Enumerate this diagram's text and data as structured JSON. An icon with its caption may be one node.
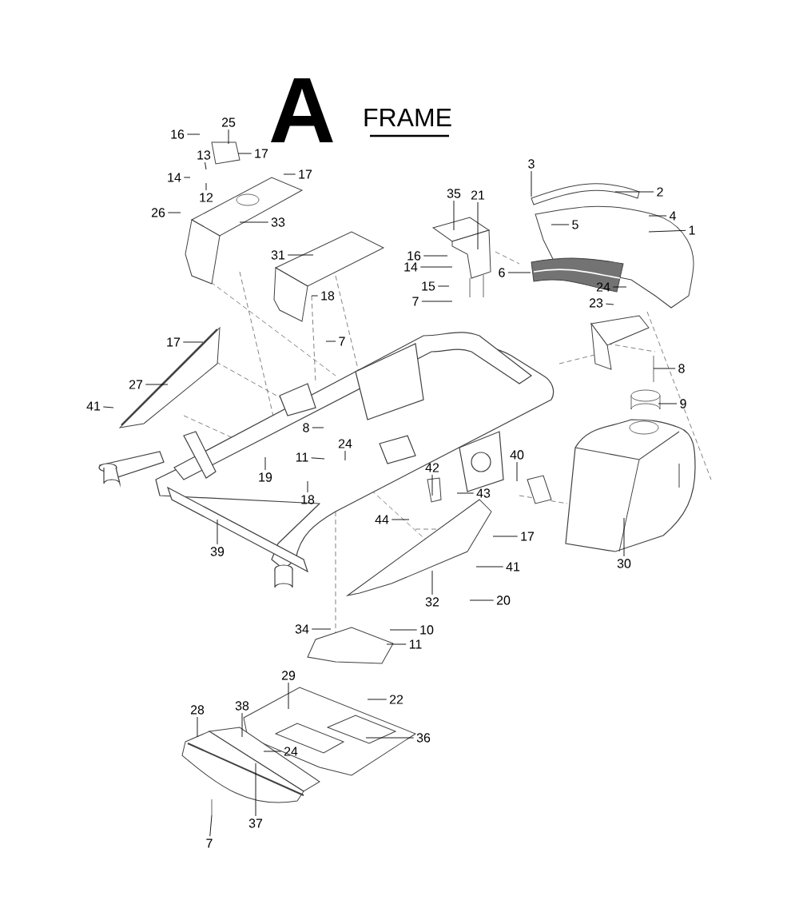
{
  "diagram": {
    "title": "FRAME",
    "labels": [
      "A"
    ],
    "nodes": [
      {
        "text": [
          "25"
        ]
      },
      {
        "text": [
          "16"
        ]
      },
      {
        "text": [
          "17"
        ]
      },
      {
        "text": [
          "13"
        ]
      },
      {
        "text": [
          "14"
        ]
      },
      {
        "text": [
          "12"
        ]
      },
      {
        "text": [
          "17"
        ]
      },
      {
        "text": [
          "26"
        ]
      },
      {
        "text": [
          "33"
        ]
      },
      {
        "text": [
          "31"
        ]
      },
      {
        "text": [
          "18"
        ]
      },
      {
        "text": [
          "35"
        ]
      },
      {
        "text": [
          "21"
        ]
      },
      {
        "text": [
          "16"
        ]
      },
      {
        "text": [
          "14"
        ]
      },
      {
        "text": [
          "15"
        ]
      },
      {
        "text": [
          "7"
        ]
      },
      {
        "text": [
          "3"
        ]
      },
      {
        "text": [
          "2"
        ]
      },
      {
        "text": [
          "4"
        ]
      },
      {
        "text": [
          "5"
        ]
      },
      {
        "text": [
          "1"
        ]
      },
      {
        "text": [
          "6"
        ]
      },
      {
        "text": [
          "24"
        ]
      },
      {
        "text": [
          "23"
        ]
      },
      {
        "text": [
          "8"
        ]
      },
      {
        "text": [
          "17"
        ]
      },
      {
        "text": [
          "7"
        ]
      },
      {
        "text": [
          "27"
        ]
      },
      {
        "text": [
          "41"
        ]
      },
      {
        "text": [
          "8"
        ]
      },
      {
        "text": [
          "24"
        ]
      },
      {
        "text": [
          "11"
        ]
      },
      {
        "text": [
          "19"
        ]
      },
      {
        "text": [
          "18"
        ]
      },
      {
        "text": [
          "42"
        ]
      },
      {
        "text": [
          "43"
        ]
      },
      {
        "text": [
          "40"
        ]
      },
      {
        "text": [
          "44"
        ]
      },
      {
        "text": [
          "9"
        ]
      },
      {
        "text": [
          "17"
        ]
      },
      {
        "text": [
          "41"
        ]
      },
      {
        "text": [
          "39"
        ]
      },
      {
        "text": [
          "30"
        ]
      },
      {
        "text": [
          "32"
        ]
      },
      {
        "text": [
          "20"
        ]
      },
      {
        "text": [
          "34"
        ]
      },
      {
        "text": [
          "10"
        ]
      },
      {
        "text": [
          "11"
        ]
      },
      {
        "text": [
          "29"
        ]
      },
      {
        "text": [
          "22"
        ]
      },
      {
        "text": [
          "38"
        ]
      },
      {
        "text": [
          "28"
        ]
      },
      {
        "text": [
          "36"
        ]
      },
      {
        "text": [
          "24"
        ]
      },
      {
        "text": [
          "37"
        ]
      },
      {
        "text": [
          "7"
        ]
      }
    ],
    "edges": [
      {
        "from": 0,
        "to": null,
        "arrow": "none"
      },
      {
        "from": 1,
        "to": null,
        "arrow": "none"
      },
      {
        "from": 2,
        "to": null,
        "arrow": "none"
      },
      {
        "from": 3,
        "to": null,
        "arrow": "none"
      },
      {
        "from": 4,
        "to": null,
        "arrow": "none"
      },
      {
        "from": 5,
        "to": null,
        "arrow": "none"
      },
      {
        "from": 6,
        "to": null,
        "arrow": "none"
      },
      {
        "from": 7,
        "to": null,
        "arrow": "none"
      },
      {
        "from": 8,
        "to": null,
        "arrow": "none"
      },
      {
        "from": 9,
        "to": null,
        "arrow": "none"
      },
      {
        "from": 10,
        "to": null,
        "arrow": "none"
      },
      {
        "from": 11,
        "to": null,
        "arrow": "none"
      },
      {
        "from": 12,
        "to": null,
        "arrow": "none"
      },
      {
        "from": 13,
        "to": null,
        "arrow": "none"
      },
      {
        "from": 14,
        "to": null,
        "arrow": "none"
      },
      {
        "from": 15,
        "to": null,
        "arrow": "none"
      },
      {
        "from": 16,
        "to": null,
        "arrow": "none"
      },
      {
        "from": 17,
        "to": null,
        "arrow": "none"
      },
      {
        "from": 18,
        "to": null,
        "arrow": "none"
      },
      {
        "from": 19,
        "to": null,
        "arrow": "none"
      },
      {
        "from": 20,
        "to": null,
        "arrow": "none"
      },
      {
        "from": 21,
        "to": null,
        "arrow": "none"
      },
      {
        "from": 22,
        "to": null,
        "arrow": "none"
      },
      {
        "from": 23,
        "to": null,
        "arrow": "none"
      },
      {
        "from": 24,
        "to": null,
        "arrow": "none"
      },
      {
        "from": 25,
        "to": null,
        "arrow": "none"
      },
      {
        "from": 26,
        "to": null,
        "arrow": "none"
      },
      {
        "from": 27,
        "to": null,
        "arrow": "none"
      },
      {
        "from": 28,
        "to": null,
        "arrow": "none"
      },
      {
        "from": 29,
        "to": null,
        "arrow": "none"
      },
      {
        "from": 30,
        "to": null,
        "arrow": "none"
      },
      {
        "from": 31,
        "to": null,
        "arrow": "none"
      },
      {
        "from": 32,
        "to": null,
        "arrow": "none"
      },
      {
        "from": 33,
        "to": null,
        "arrow": "none"
      },
      {
        "from": 34,
        "to": null,
        "arrow": "none"
      },
      {
        "from": 35,
        "to": null,
        "arrow": "none"
      },
      {
        "from": 36,
        "to": null,
        "arrow": "none"
      },
      {
        "from": 37,
        "to": null,
        "arrow": "none"
      },
      {
        "from": 38,
        "to": null,
        "arrow": "none"
      },
      {
        "from": 39,
        "to": null,
        "arrow": "none"
      },
      {
        "from": 40,
        "to": null,
        "arrow": "none"
      },
      {
        "from": 41,
        "to": null,
        "arrow": "none"
      },
      {
        "from": 42,
        "to": null,
        "arrow": "none"
      },
      {
        "from": 43,
        "to": null,
        "arrow": "none"
      },
      {
        "from": 44,
        "to": null,
        "arrow": "none"
      },
      {
        "from": 45,
        "to": null,
        "arrow": "none"
      },
      {
        "from": 46,
        "to": null,
        "arrow": "none"
      },
      {
        "from": 47,
        "to": null,
        "arrow": "none"
      },
      {
        "from": 48,
        "to": null,
        "arrow": "none"
      },
      {
        "from": 49,
        "to": null,
        "arrow": "none"
      },
      {
        "from": 50,
        "to": null,
        "arrow": "none"
      },
      {
        "from": 51,
        "to": null,
        "arrow": "none"
      },
      {
        "from": 52,
        "to": null,
        "arrow": "none"
      },
      {
        "from": 53,
        "to": null,
        "arrow": "none"
      },
      {
        "from": 54,
        "to": null,
        "arrow": "none"
      },
      {
        "from": 55,
        "to": null,
        "arrow": "none"
      },
      {
        "from": 56,
        "to": null,
        "arrow": "none"
      }
    ]
  }
}
